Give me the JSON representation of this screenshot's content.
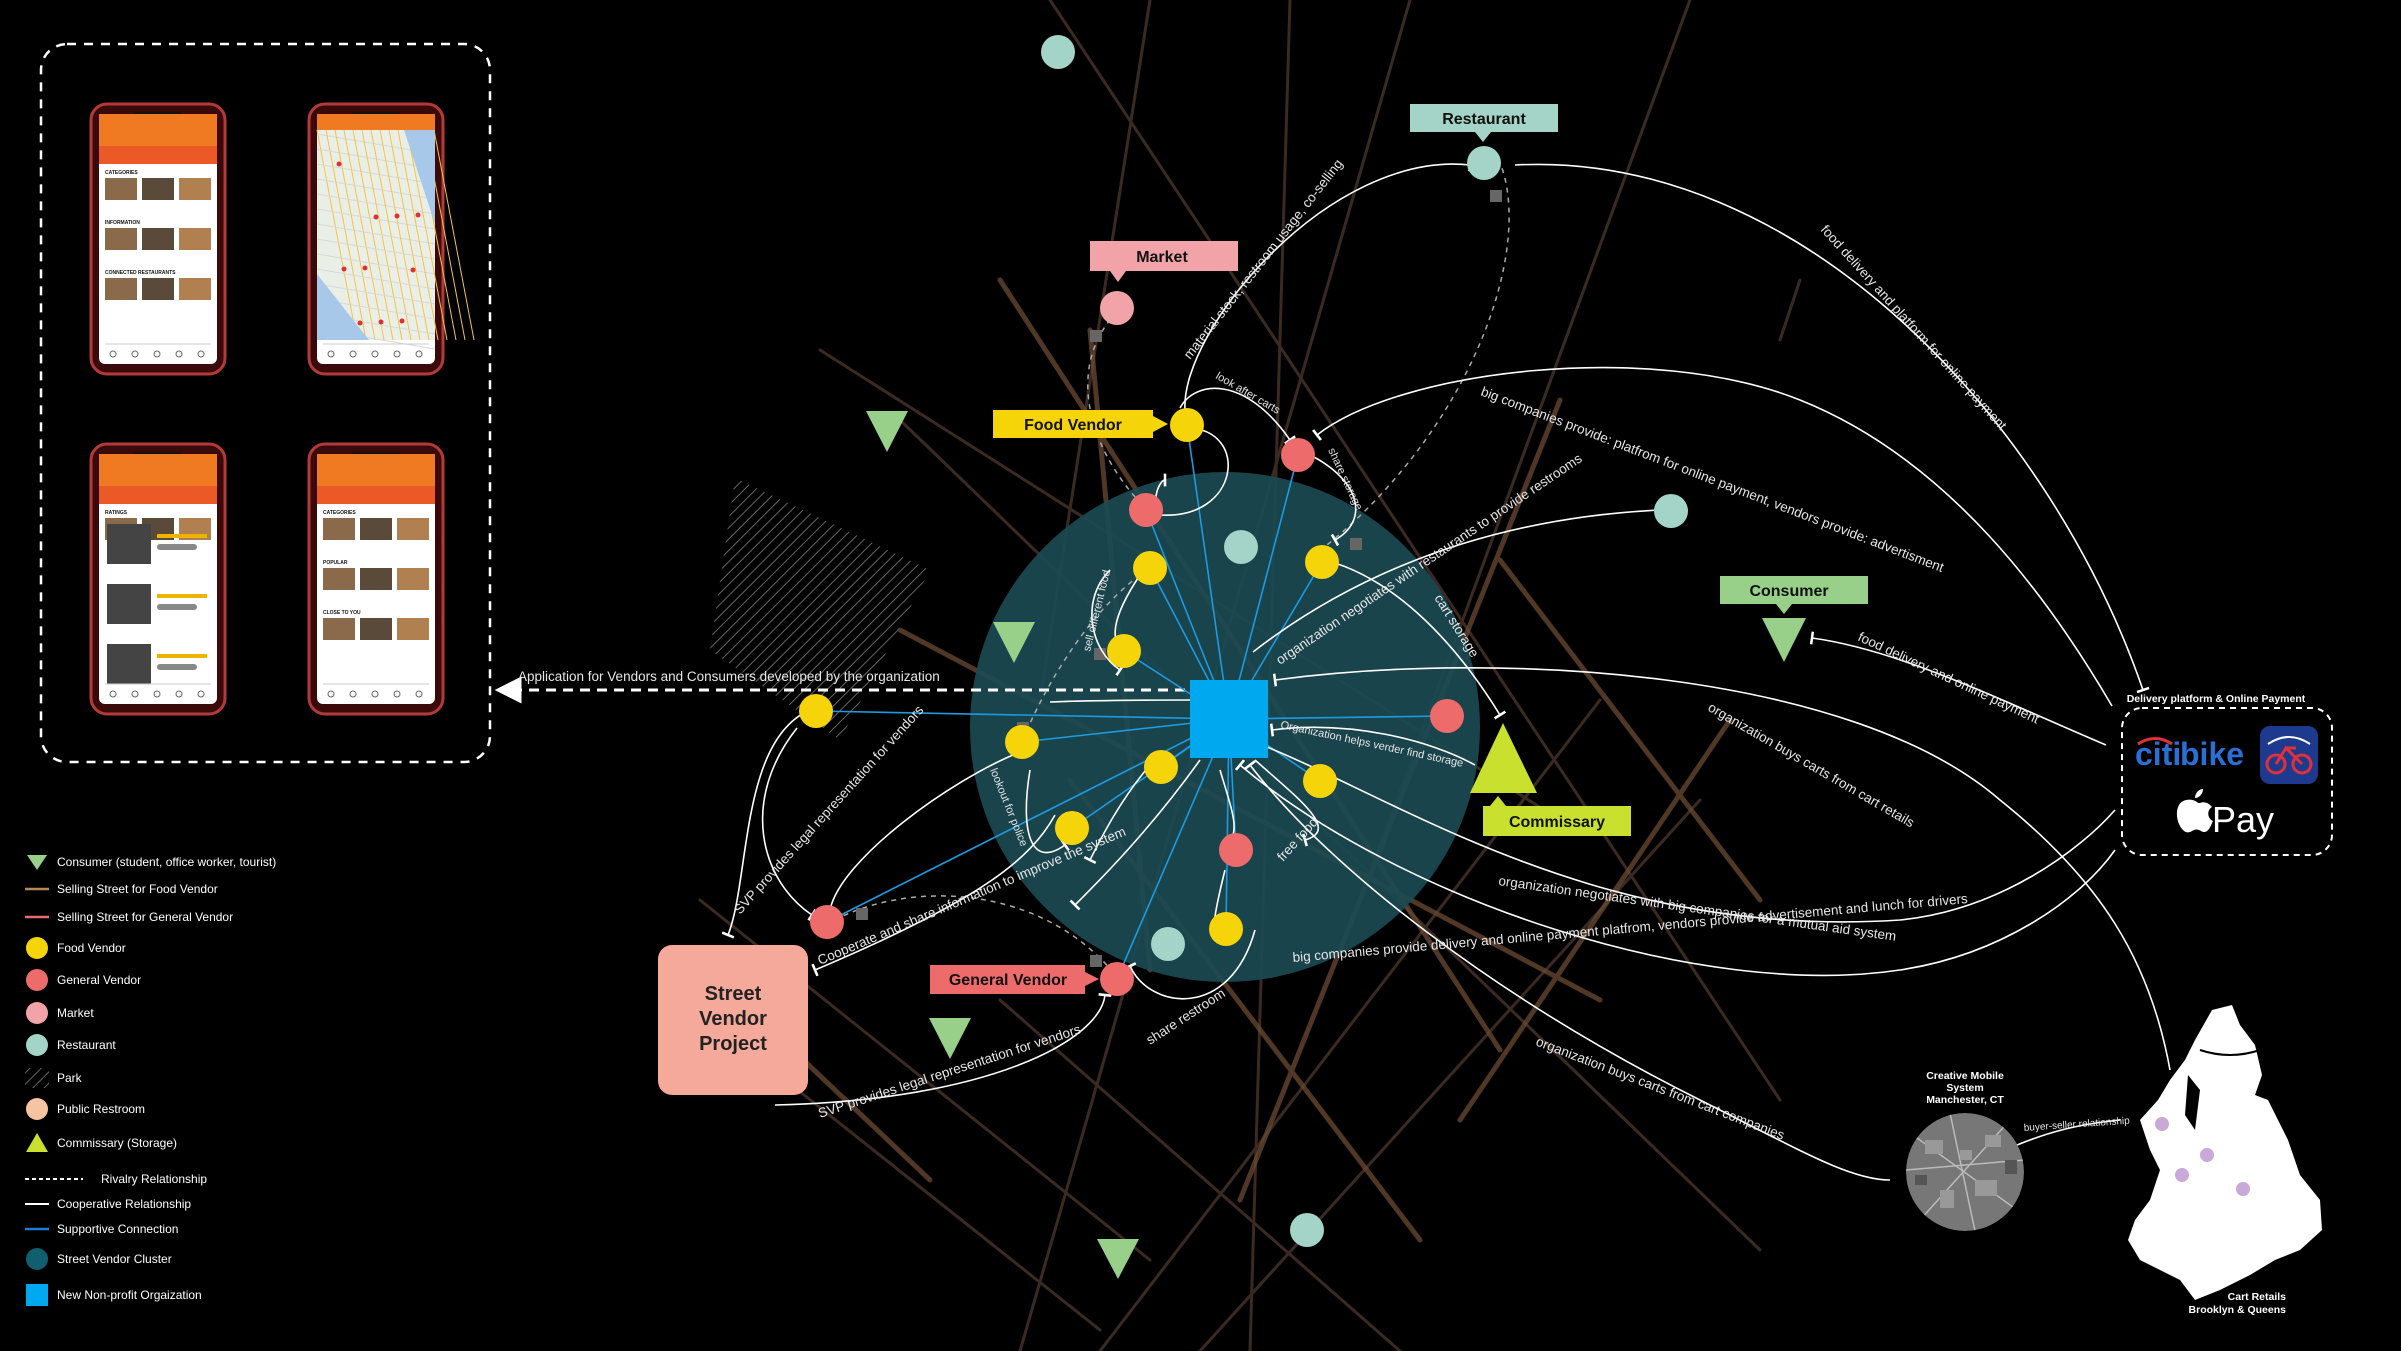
{
  "labels": {
    "restaurant": "Restaurant",
    "market": "Market",
    "food_vendor": "Food Vendor",
    "consumer": "Consumer",
    "commissary": "Commissary",
    "general_vendor": "General Vendor",
    "svp_line1": "Street",
    "svp_line2": "Vendor",
    "svp_line3": "Project",
    "delivery_platform": "Delivery platform & Online Payment",
    "citi": "citi",
    "bike": "bike",
    "pay": "Pay",
    "creative_line1": "Creative Mobile",
    "creative_line2": "System",
    "creative_line3": "Manchester, CT",
    "cart_retails_line1": "Cart Retails",
    "cart_retails_line2": "Brooklyn & Queens",
    "app_arrow": "Application for Vendors and Consumers developed by the organization"
  },
  "edge_labels": {
    "material_stock": "material stock, restroom usage, co-selling",
    "food_delivery_top": "food delivery and platform for online payment",
    "big_companies_platform": "big companies provide: platfrom for online payment, vendors provide: advertisment",
    "look_after_carts": "look after carts",
    "share_storage": "share storage",
    "org_negotiates_restaurants": "organization negotiates with restaurants to provide restrooms",
    "cart_storage": "cart storage",
    "food_delivery_consumer": "food delivery and online payment",
    "org_buys_retails": "organization buys carts from cart retails",
    "org_helps": "Organization helps verder find storage",
    "org_negotiates_big": "organization negotiates with big companies for a mutual aid system",
    "svp_legal_top": "SVP provides legal representation for vendors",
    "cooperate": "Cooperate and share information to improve the system",
    "big_companies_delivery": "big companies provide delivery and online payment platfrom, vendors provide advertisement and lunch for drivers",
    "org_buys_companies": "organization buys carts from cart companies",
    "svp_legal_bottom": "SVP provides legal representation for vendors",
    "share_restroom": "share restroom",
    "free_food": "free food",
    "lookout_police": "lookout for police",
    "sell_different": "sell different food",
    "buyer_seller": "buyer-seller relationship"
  },
  "legend": [
    {
      "label": "Consumer (student, office worker, tourist)",
      "icon": "triangle-down"
    },
    {
      "label": "Selling Street for Food Vendor",
      "icon": "line",
      "color": "#b58a5a"
    },
    {
      "label": "Selling Street for General Vendor",
      "icon": "line",
      "color": "#e86a6a"
    },
    {
      "label": "Food Vendor",
      "icon": "circle",
      "color": "#f5d50a"
    },
    {
      "label": "General Vendor",
      "icon": "circle",
      "color": "#ee6b6b"
    },
    {
      "label": "Market",
      "icon": "circle",
      "color": "#f2a3a8"
    },
    {
      "label": "Restaurant",
      "icon": "circle",
      "color": "#a4d4c7"
    },
    {
      "label": "Park",
      "icon": "hatch"
    },
    {
      "label": "Public Restroom",
      "icon": "circle",
      "color": "#f6c4a0"
    },
    {
      "label": "Commissary (Storage)",
      "icon": "triangle-up",
      "color": "#c9e02f"
    },
    {
      "label": "Rivalry Relationship",
      "icon": "dash"
    },
    {
      "label": "Cooperative Relationship",
      "icon": "line",
      "color": "#ffffff"
    },
    {
      "label": "Supportive Connection",
      "icon": "line",
      "color": "#1e7bd6"
    },
    {
      "label": "Street Vendor Cluster",
      "icon": "circle",
      "color": "#0f5f6e"
    },
    {
      "label": "New Non-profit Orgaization",
      "icon": "square",
      "color": "#00a8f0"
    }
  ],
  "colors": {
    "food_vendor": "#f5d50a",
    "general_vendor": "#ee6b6b",
    "market": "#f2a3a8",
    "restaurant": "#a4d4c7",
    "commissary": "#c9e02f",
    "consumer": "#98d08a",
    "organization": "#00a8f0",
    "cluster": "#1b4a52",
    "support_line": "#1e9ae0",
    "svp_box": "#f4a99a"
  },
  "icons": {
    "citibike": "citibike-logo",
    "bike_app": "bike-app-icon",
    "apple_pay": "apple-pay-logo",
    "creative": "aerial-map-icon",
    "nyc_map": "nyc-map-icon"
  },
  "phones": [
    {
      "screen": "home",
      "sections": [
        "CATEGORIES",
        "INFORMATION",
        "CONNECTED RESTAURANTS"
      ]
    },
    {
      "screen": "map",
      "sections": []
    },
    {
      "screen": "vendor-list",
      "sections": [
        "RATINGS"
      ]
    },
    {
      "screen": "home-2",
      "sections": [
        "CATEGORIES",
        "POPULAR",
        "CLOSE TO YOU"
      ]
    }
  ]
}
